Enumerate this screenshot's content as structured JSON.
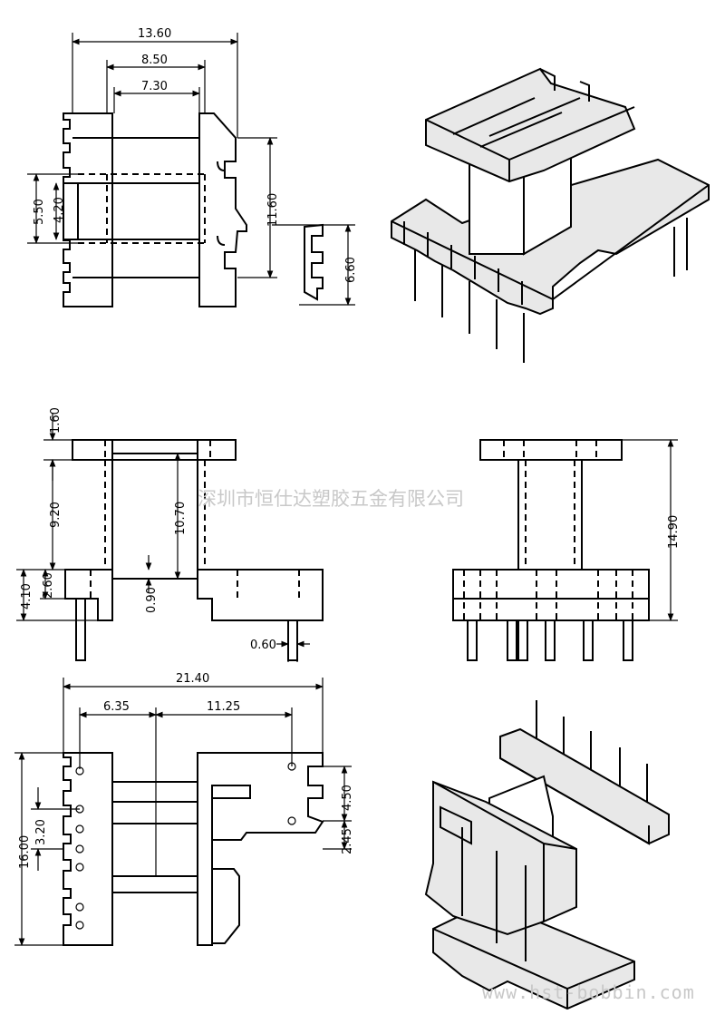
{
  "watermark": {
    "company": "深圳市恒仕达塑胶五金有限公司",
    "website": "www.hst-bobbin.com"
  },
  "dims": {
    "top_width_total": "13.60",
    "top_width_mid": "8.50",
    "top_width_inner": "7.30",
    "top_height_outer": "5.50",
    "top_height_inner": "4.20",
    "top_height_side": "11.60",
    "top_height_small": "6.60",
    "side_flange": "1.60",
    "side_window": "9.20",
    "side_total": "10.70",
    "side_base": "4.10",
    "side_base_inner": "2.60",
    "side_bottom": "0.90",
    "pin_width": "0.60",
    "front_height": "14.90",
    "bottom_total": "21.40",
    "bottom_left": "6.35",
    "bottom_right": "11.25",
    "bottom_pitch_a": "4.50",
    "bottom_pitch_b": "2.45",
    "bottom_height": "16.00",
    "bottom_pitch": "3.20"
  }
}
